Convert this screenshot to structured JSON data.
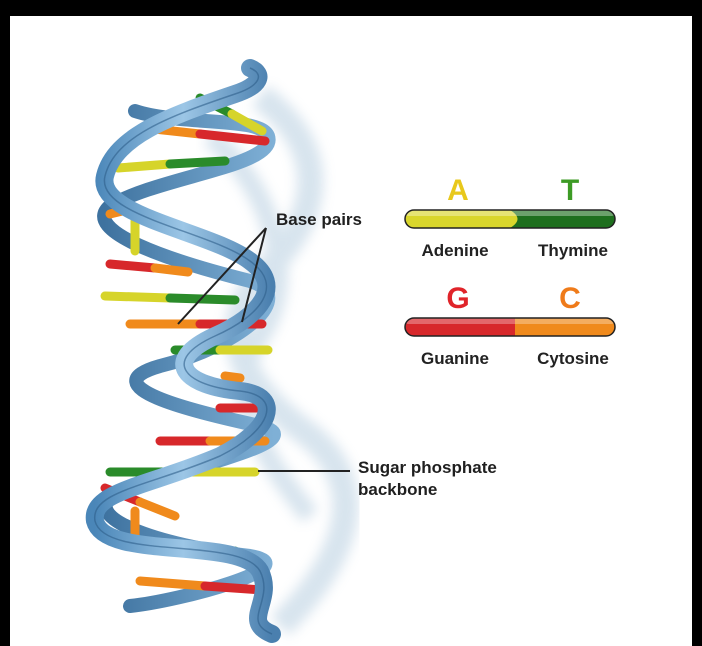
{
  "labels": {
    "base_pairs": "Base pairs",
    "backbone_line1": "Sugar phosphate",
    "backbone_line2": "backbone"
  },
  "legend": [
    {
      "pair": [
        {
          "letter": "A",
          "name": "Adenine",
          "color": "#e8d319"
        },
        {
          "letter": "T",
          "name": "Thymine",
          "color": "#3d9b25"
        }
      ]
    },
    {
      "pair": [
        {
          "letter": "G",
          "name": "Guanine",
          "color": "#e0242a"
        },
        {
          "letter": "C",
          "name": "Cytosine",
          "color": "#ef7b1a"
        }
      ]
    }
  ],
  "colors": {
    "backbone": "#6aa3cf",
    "adenine": "#d8d82a",
    "thymine": "#1f7a1f",
    "guanine": "#d7282b",
    "cytosine": "#f08a1c"
  }
}
